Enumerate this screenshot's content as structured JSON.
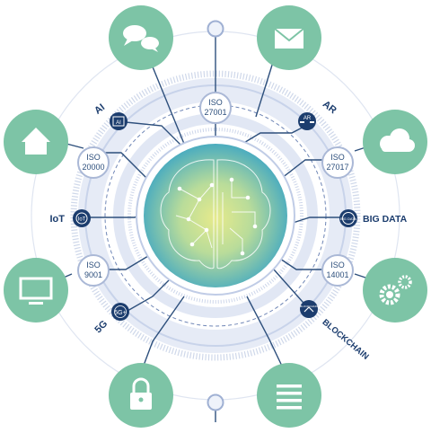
{
  "colors": {
    "satellite": "#7dc4a6",
    "navy": "#1c3d6e",
    "ring": "#d8dff0",
    "ring_dark": "#aab8d6",
    "line": "#2d4f7c",
    "brain_teal": "#4fb3c8",
    "brain_yellow": "#e4e98a"
  },
  "satellites": [
    {
      "icon": "chat-bubbles-icon"
    },
    {
      "icon": "envelope-icon"
    },
    {
      "icon": "home-icon"
    },
    {
      "icon": "cloud-icon"
    },
    {
      "icon": "monitor-icon"
    },
    {
      "icon": "gears-icon"
    },
    {
      "icon": "padlock-icon"
    },
    {
      "icon": "document-list-icon"
    }
  ],
  "tech_nodes": [
    {
      "label": "AI",
      "badge": "AI",
      "icon": "ai-chip-icon"
    },
    {
      "label": "AR",
      "badge": "AR",
      "icon": "ar-glasses-icon"
    },
    {
      "label": "IoT",
      "badge": "IoT",
      "icon": "iot-icon"
    },
    {
      "label": "BIG DATA",
      "badge": "BIG DATA",
      "icon": "big-data-icon"
    },
    {
      "label": "5G",
      "badge": "5G+",
      "icon": "5g-icon"
    },
    {
      "label": "BLOCKCHAIN",
      "badge": "BLOCKCHAIN",
      "icon": "blockchain-icon"
    }
  ],
  "iso_nodes": [
    {
      "line1": "ISO",
      "line2": "27001"
    },
    {
      "line1": "ISO",
      "line2": "20000"
    },
    {
      "line1": "ISO",
      "line2": "27017"
    },
    {
      "line1": "ISO",
      "line2": "9001"
    },
    {
      "line1": "ISO",
      "line2": "14001"
    }
  ]
}
